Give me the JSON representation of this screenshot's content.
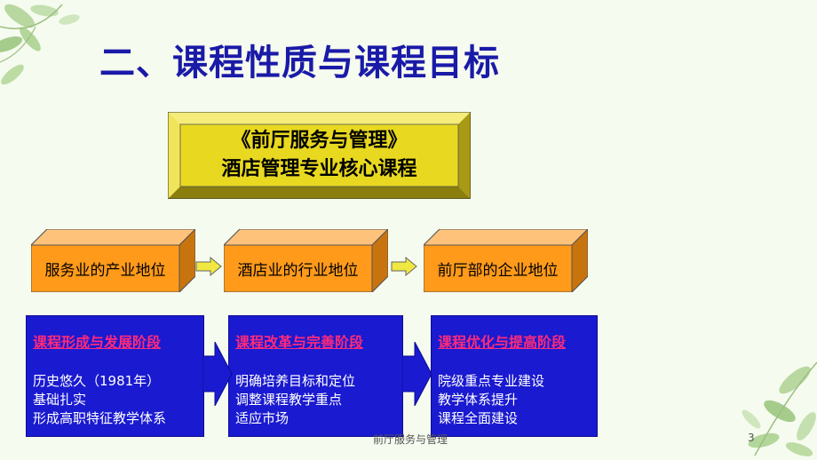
{
  "title": "二、课程性质与课程目标",
  "core": {
    "line1": "《前厅服务与管理》",
    "line2": "酒店管理专业核心课程"
  },
  "positions": [
    "服务业的产业地位",
    "酒店业的行业地位",
    "前厅部的企业地位"
  ],
  "stages": [
    {
      "title": "课程形成与发展阶段",
      "lines": [
        "历史悠久（1981年）",
        "基础扎实",
        "形成高职特征教学体系"
      ]
    },
    {
      "title": "课程改革与完善阶段",
      "lines": [
        "明确培养目标和定位",
        "调整课程教学重点",
        "适应市场"
      ]
    },
    {
      "title": "课程优化与提高阶段",
      "lines": [
        "院级重点专业建设",
        "教学体系提升",
        "课程全面建设"
      ]
    }
  ],
  "footer": {
    "text": "前厅服务与管理",
    "page": "3"
  },
  "colors": {
    "title": "#1a1aa8",
    "bevel_face": "#e8d820",
    "orange_box": "#ff9a1a",
    "blue_box": "#1a1ad0",
    "stage_title": "#ff2a7a"
  }
}
